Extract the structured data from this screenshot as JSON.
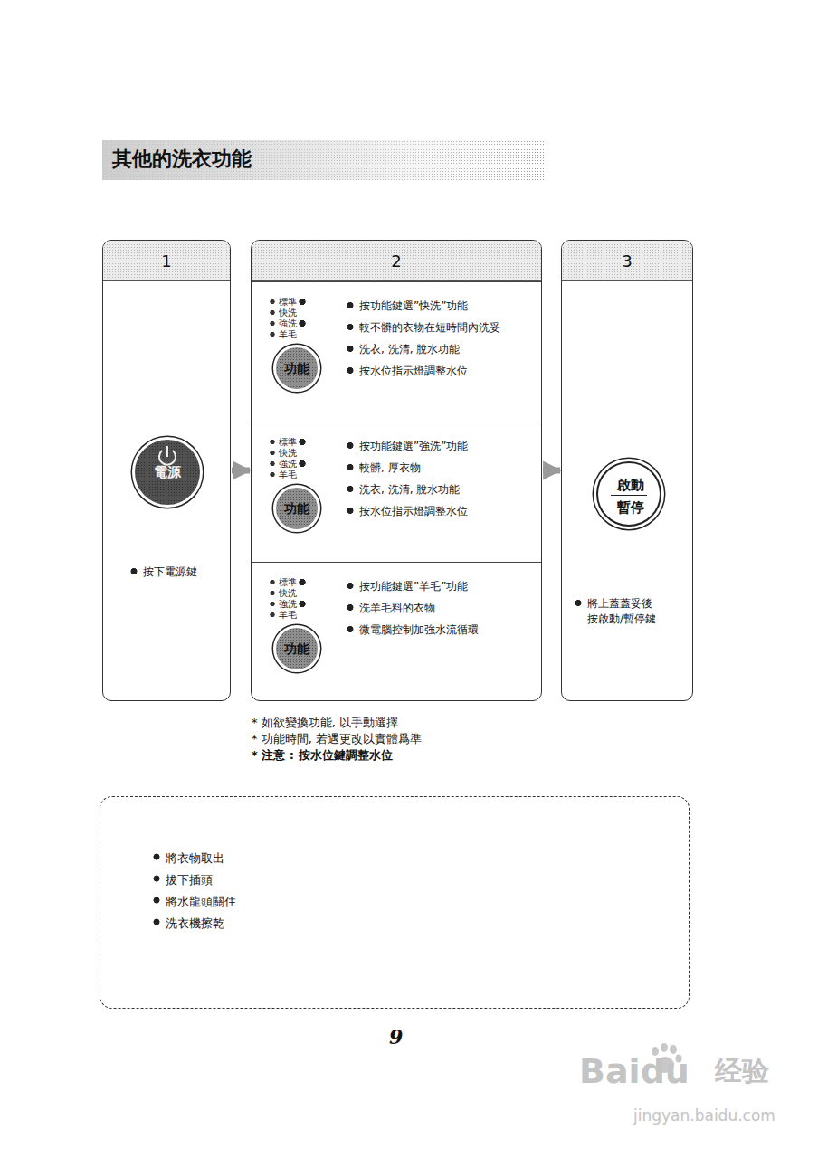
{
  "diagram": {
    "title": "其他的洗衣功能",
    "nodes": [
      {
        "text": [
          "1",
          "按下電源鍵"
        ]
      },
      {
        "text": [
          "電源"
        ],
        "in": 0
      },
      {
        "text": [
          "2"
        ]
      },
      {
        "text": [
          "按功能鍵選”快洗”功能",
          "較不髒的衣物在短時間內洗妥",
          "洗衣, 洗清, 脫水功能",
          "按水位指示燈調整水位"
        ],
        "in": 2
      },
      {
        "text": [
          "功能"
        ],
        "in": 3
      },
      {
        "text": [
          "按功能鍵選”強洗”功能",
          "較髒, 厚衣物",
          "洗衣, 洗清, 脫水功能",
          "按水位指示燈調整水位"
        ],
        "in": 2
      },
      {
        "text": [
          "功能"
        ],
        "in": 5
      },
      {
        "text": [
          "按功能鍵選”羊毛”功能",
          "洗羊毛料的衣物",
          "微電腦控制加強水流循環"
        ],
        "in": 2
      },
      {
        "text": [
          "功能"
        ],
        "in": 7
      },
      {
        "text": [
          "3",
          "將上蓋蓋妥後 按啟動/暫停鍵"
        ]
      },
      {
        "text": [
          "啟動",
          "暫停"
        ],
        "in": 9
      },
      {
        "text": [
          "將衣物取出",
          "拔下插頭",
          "將水龍頭關住",
          "洗衣機擦乾"
        ]
      }
    ],
    "edges": [
      {
        "from": 0,
        "to": 2,
        "arrow": "to"
      },
      {
        "from": 2,
        "to": 9,
        "arrow": "to"
      }
    ],
    "labels": [
      "標準",
      "快洗",
      "強洗",
      "羊毛",
      "標準",
      "快洗",
      "強洗",
      "羊毛",
      "標準",
      "快洗",
      "強洗",
      "羊毛",
      "* 如欲變換功能, 以手動選擇",
      "* 功能時間, 若遇更改以實體爲準",
      "* 注意 : 按水位鍵調整水位",
      "9",
      "Baidu",
      "经验",
      "jingyan.baidu.com"
    ]
  }
}
